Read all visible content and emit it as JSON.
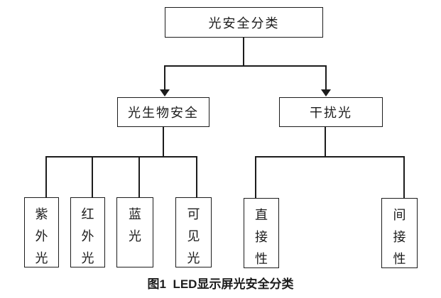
{
  "diagram": {
    "title_node": "光安全分类",
    "caption": "图1  LED显示屏光安全分类",
    "nodes": {
      "root": {
        "label": "光安全分类"
      },
      "bio": {
        "label": "光生物安全"
      },
      "interference": {
        "label": "干扰光"
      },
      "uv": {
        "label": "紫外光"
      },
      "ir": {
        "label": "红外光"
      },
      "blue": {
        "label": "蓝光"
      },
      "visible": {
        "label": "可见光"
      },
      "direct": {
        "label": "直接性"
      },
      "indirect": {
        "label": "间接性"
      }
    },
    "edges": [
      {
        "from": "光安全分类",
        "to": "光生物安全",
        "arrow": true
      },
      {
        "from": "光安全分类",
        "to": "干扰光",
        "arrow": true
      },
      {
        "from": "光生物安全",
        "to": "紫外光",
        "arrow": false
      },
      {
        "from": "光生物安全",
        "to": "红外光",
        "arrow": false
      },
      {
        "from": "光生物安全",
        "to": "蓝光",
        "arrow": false
      },
      {
        "from": "光生物安全",
        "to": "可见光",
        "arrow": false
      },
      {
        "from": "干扰光",
        "to": "直接性",
        "arrow": false
      },
      {
        "from": "干扰光",
        "to": "间接性",
        "arrow": false
      }
    ],
    "colors": {
      "line": "#1c1c1c",
      "background": "#ffffff",
      "text": "#1c1c1c"
    }
  }
}
